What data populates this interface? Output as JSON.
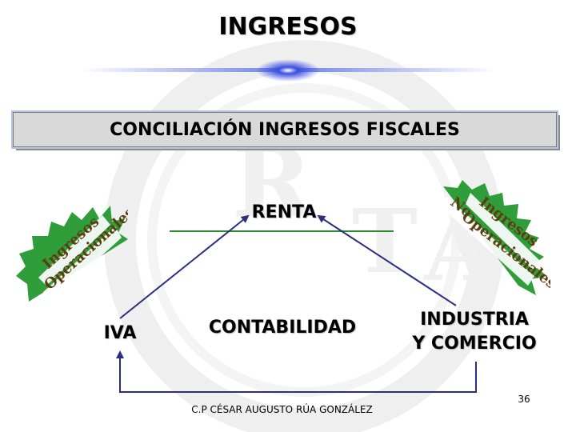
{
  "title": "INGRESOS",
  "banner": {
    "text": "CONCILIACIÓN INGRESOS FISCALES"
  },
  "nodes": {
    "renta": "RENTA",
    "iva": "IVA",
    "contabilidad": "CONTABILIDAD",
    "industria_line1": "INDUSTRIA",
    "industria_line2": "Y COMERCIO"
  },
  "badges": {
    "left": {
      "line1": "Ingresos",
      "line2": "Operacionales"
    },
    "right": {
      "line1": "No",
      "line2": "Ingresos",
      "line3": "Operacionales"
    }
  },
  "footer": {
    "author": "C.P CÉSAR AUGUSTO RÚA GONZÁLEZ",
    "page_number": "36"
  },
  "colors": {
    "burst_green": "#2f9e3a",
    "line_green": "#2e8b2e",
    "arrow_navy": "#2b2f80",
    "banner_fill": "#d9d9d9",
    "divider_blue": "#2c3fd6"
  }
}
